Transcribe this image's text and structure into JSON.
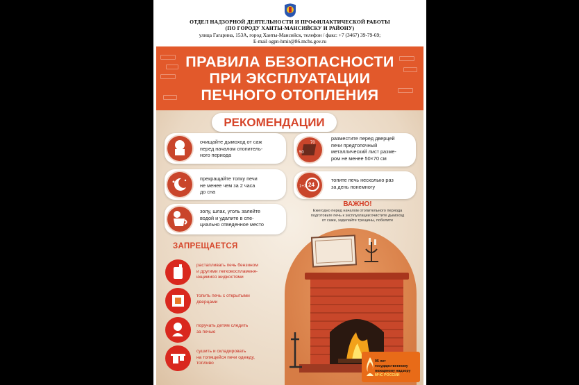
{
  "header": {
    "org_line1": "ОТДЕЛ НАДЗОРНОЙ ДЕЯТЕЛЬНОСТИ И ПРОФИЛАКТИЧЕСКОЙ РАБОТЫ",
    "org_line2": "(ПО ГОРОДУ ХАНТЫ-МАНСИЙСКУ И РАЙОНУ)",
    "address": "улица Гагарина, 153А, город Ханты-Мансийск, телефон / факс: +7 (3467) 39-79-69;",
    "email": "E-mail ogpn-hmir@86.mchs.gov.ru"
  },
  "poster": {
    "title_lines": [
      "ПРАВИЛА БЕЗОПАСНОСТИ",
      "ПРИ ЭКСПЛУАТАЦИИ",
      "ПЕЧНОГО ОТОПЛЕНИЯ"
    ],
    "recommendations_heading": "РЕКОМЕНДАЦИИ",
    "recommendations": [
      {
        "lines": [
          "очищайте дымоход от саж",
          "перед началом отопитель-",
          "ного периода"
        ],
        "icon": "chimney-brush-icon"
      },
      {
        "lines": [
          "разместите перед дверцей",
          "печи предтопочный",
          "металлический лист разме-",
          "ром не менее 50×70 см"
        ],
        "icon": "metal-sheet-icon",
        "dim_a": "70",
        "dim_b": "50"
      },
      {
        "lines": [
          "прекращайте топку печи",
          "не менее чем за 2 часа",
          "до сна"
        ],
        "icon": "moon-stars-icon"
      },
      {
        "lines": [
          "топите печь несколько раз",
          "за день понемногу"
        ],
        "icon": "clock-24-icon",
        "badge_a": "1+1",
        "badge_b": "24"
      },
      {
        "lines": [
          "золу, шлак, уголь залейте",
          "водой и удалите в спе-",
          "циально отведенное место"
        ],
        "icon": "bucket-icon"
      }
    ],
    "important_heading": "ВАЖНО!",
    "important_lines": [
      "Ежегодно перед началом отопительного периода",
      "подготовьте печь к эксплуатации:очистите дымоход",
      "от сажи, заделайте трещины, побелите"
    ],
    "forbidden_heading": "ЗАПРЕЩАЕТСЯ",
    "forbidden": [
      {
        "lines": [
          "растапливать печь бензином",
          "и другими легковоспламеня-",
          "ющимися жидкостями"
        ],
        "icon": "fuel-can-icon"
      },
      {
        "lines": [
          "топить печь с открытыми",
          "дверцами"
        ],
        "icon": "open-stove-icon"
      },
      {
        "lines": [
          "поручать детям следить",
          "за печью"
        ],
        "icon": "child-icon"
      },
      {
        "lines": [
          "сушить и складировать",
          "на топящейся печи одежду,",
          "топливо"
        ],
        "icon": "drying-clothes-icon"
      }
    ],
    "badge_lines": [
      "95 лет государственному",
      "пожарному надзору"
    ],
    "badge_brand": "МЧС РОССИИ",
    "colors": {
      "brand": "#e2592b",
      "accent_red": "#d9281e",
      "icon_brown": "#c9452b"
    }
  }
}
